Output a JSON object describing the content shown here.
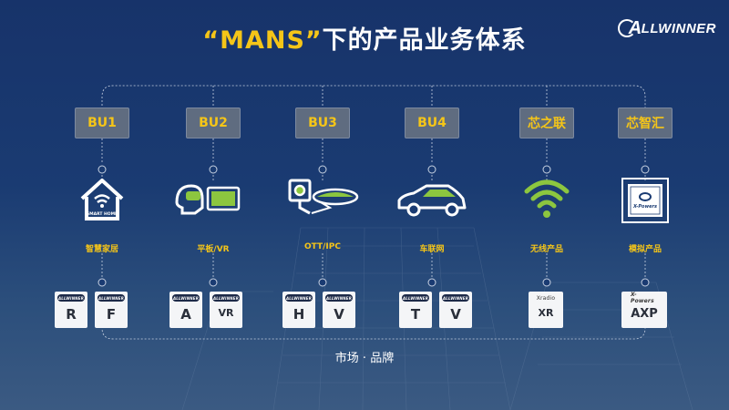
{
  "title": {
    "quote_part": "“MANS”",
    "rest": "下的产品业务体系"
  },
  "logo": {
    "text": "LLWINNER"
  },
  "footer": "市场 · 品牌",
  "bus": [
    {
      "label": "BU1",
      "category": "智慧家居",
      "icon": "smart-home-icon",
      "icon_text": "SMART HOME",
      "brands": [
        {
          "mini": "ALLWINNER",
          "letter": "R"
        },
        {
          "mini": "ALLWINNER",
          "letter": "F"
        }
      ]
    },
    {
      "label": "BU2",
      "category": "平板/VR",
      "icon": "vr-tablet-icon",
      "brands": [
        {
          "mini": "ALLWINNER",
          "letter": "A"
        },
        {
          "mini": "ALLWINNER",
          "letter": "VR"
        }
      ]
    },
    {
      "label": "BU3",
      "category": "OTT/IPC",
      "icon": "camera-ott-icon",
      "brands": [
        {
          "mini": "ALLWINNER",
          "letter": "H"
        },
        {
          "mini": "ALLWINNER",
          "letter": "V"
        }
      ]
    },
    {
      "label": "BU4",
      "category": "车联网",
      "icon": "car-icon",
      "brands": [
        {
          "mini": "ALLWINNER",
          "letter": "T"
        },
        {
          "mini": "ALLWINNER",
          "letter": "V"
        }
      ]
    },
    {
      "label": "芯之联",
      "category": "无线产品",
      "icon": "wifi-icon",
      "brands": [
        {
          "mini": "Xradio",
          "letter": "XR"
        }
      ]
    },
    {
      "label": "芯智汇",
      "category": "模拟产品",
      "icon": "chip-icon",
      "icon_text": "X-Powers",
      "brands": [
        {
          "mini": "X-Powers",
          "letter": "AXP"
        }
      ]
    }
  ],
  "colors": {
    "accent": "#f5c518",
    "green": "#8cc63f",
    "bu_box": "#5f6c80"
  }
}
